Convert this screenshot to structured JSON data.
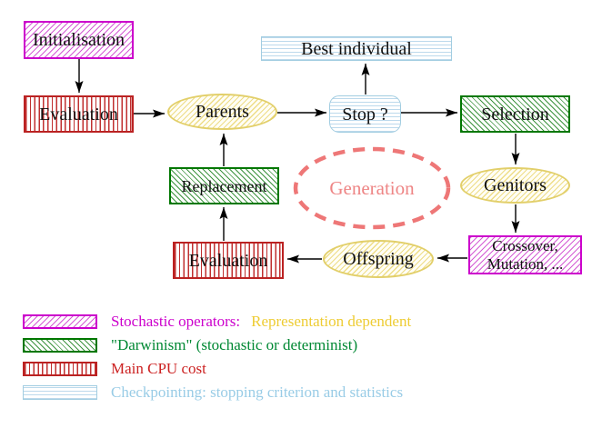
{
  "nodes": {
    "initialisation": {
      "label": "Initialisation"
    },
    "best_individual": {
      "label": "Best individual"
    },
    "evaluation_top": {
      "label": "Evaluation"
    },
    "parents": {
      "label": "Parents"
    },
    "stop": {
      "label": "Stop ?"
    },
    "selection": {
      "label": "Selection"
    },
    "replacement": {
      "label": "Replacement"
    },
    "generation": {
      "label": "Generation"
    },
    "genitors": {
      "label": "Genitors"
    },
    "crossover": {
      "line1": "Crossover,",
      "line2": "Mutation, ..."
    },
    "offspring": {
      "label": "Offspring"
    },
    "evaluation_bottom": {
      "label": "Evaluation"
    }
  },
  "legend": {
    "items": [
      {
        "swatch": "stochastic-operators-swatch",
        "label": "Stochastic operators:",
        "suffix": "Representation dependent"
      },
      {
        "swatch": "darwinism-swatch",
        "label": "\"Darwinism\" (stochastic or determinist)"
      },
      {
        "swatch": "main-cpu-cost-swatch",
        "label": "Main CPU cost"
      },
      {
        "swatch": "checkpointing-swatch",
        "label": "Checkpointing: stopping criterion and statistics"
      }
    ]
  },
  "colors": {
    "magenta_border": "#cc00cc",
    "green_border": "#007700",
    "red_border": "#bb2222",
    "cyan_border": "#a2cde1",
    "yellow_border": "#e2cf6a",
    "salmon_dashed": "#ee7777",
    "generation_text": "#ee8585",
    "legend_magenta_text": "#cc00cc",
    "legend_gold_text": "#eecc33",
    "legend_green_text": "#008833",
    "legend_red_text": "#cc2222",
    "legend_cyan_text": "#99cce6"
  }
}
